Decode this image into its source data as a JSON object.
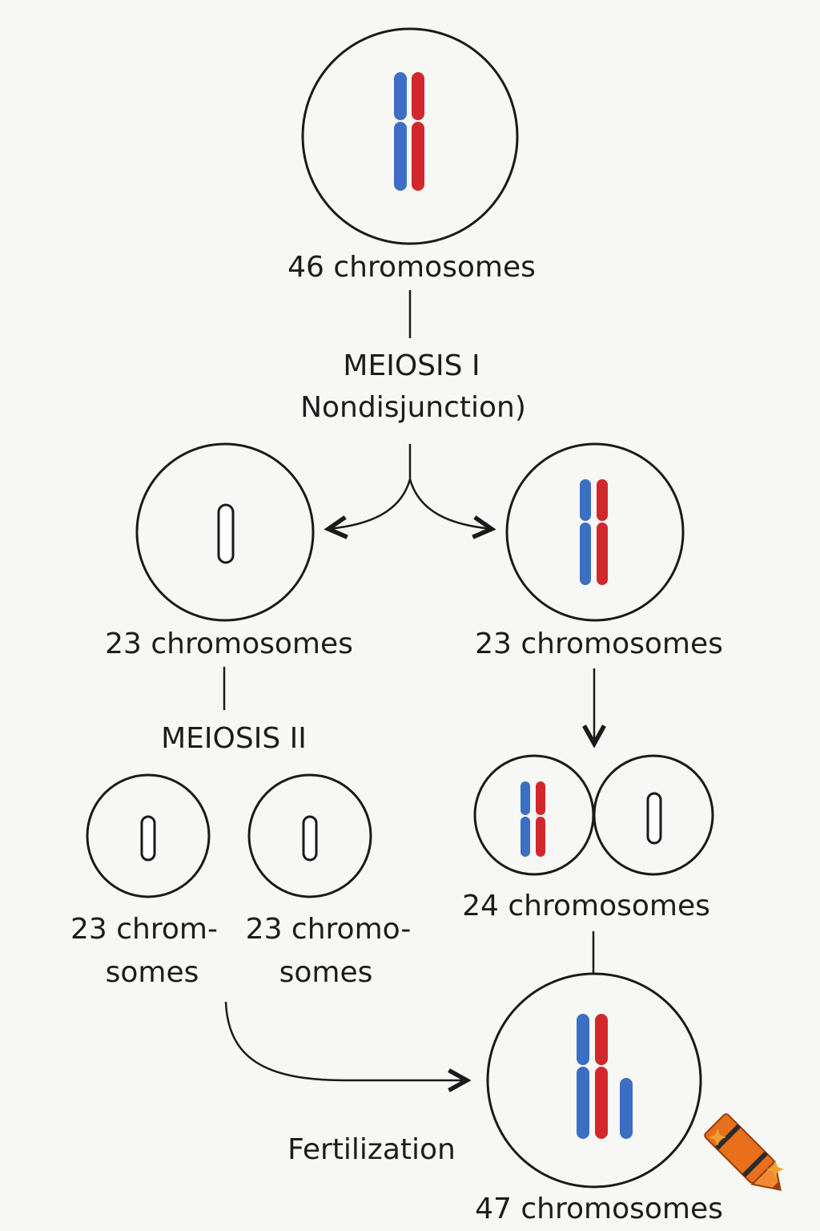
{
  "colors": {
    "maternal": "#3b6fc4",
    "paternal": "#d3282b",
    "ink": "#1a1a1a",
    "crayon": "#e8701c"
  },
  "labels": {
    "top_cell": "46 chromosomes",
    "meiosis1_line1": "MEIOSIS I",
    "meiosis1_line2": "Nondisjunction)",
    "left_cell": "23 chromosomes",
    "right_cell": "23 chromosomes",
    "meiosis2": "MEIOSIS II",
    "gamete_a_line1": "23 chrom-",
    "gamete_a_line2": "somes",
    "gamete_b_line1": "23 chromo-",
    "gamete_b_line2": "somes",
    "pair_cell": "24 chromosomes",
    "fertilization": "Fertilization",
    "zygote": "47 chromosomes"
  },
  "icons": {
    "watermark": "crayon-sparkle-icon"
  }
}
